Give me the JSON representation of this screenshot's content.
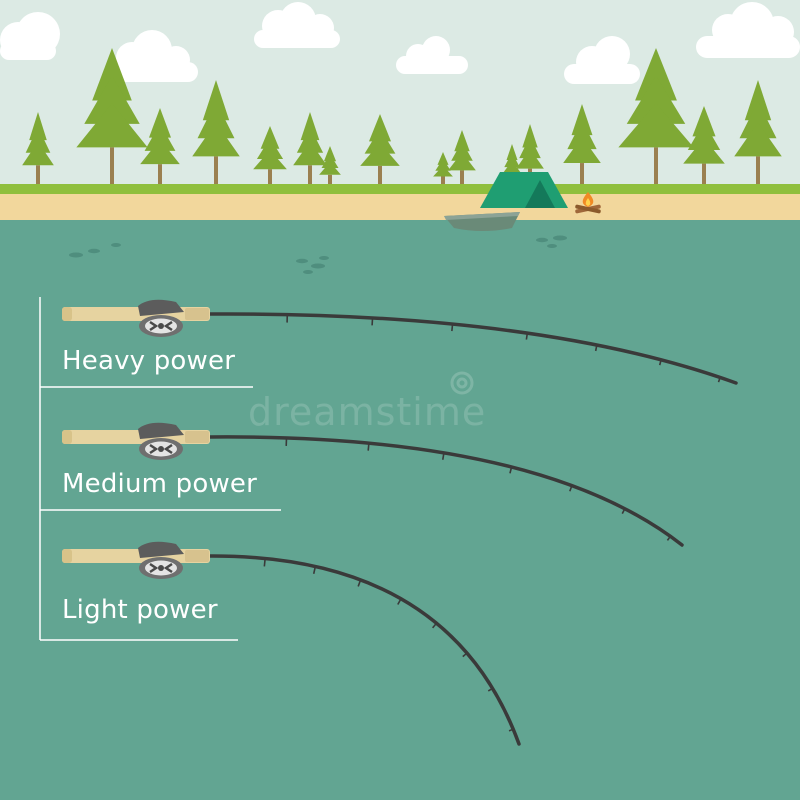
{
  "rods": [
    {
      "label": "Heavy power"
    },
    {
      "label": "Medium power"
    },
    {
      "label": "Light power"
    }
  ],
  "watermark": "dreamstime",
  "colors": {
    "sky": "#dceae4",
    "grass": "#8fbf3d",
    "sand": "#f2d79c",
    "water": "#62a592",
    "tree": "#7fa935",
    "trunk": "#9b8050",
    "tent": "#1f9e72",
    "rod": "#3a3a3a",
    "handle": "#e6d3a0",
    "reel": "#6f6f6f",
    "guideline": "#ffffff"
  }
}
